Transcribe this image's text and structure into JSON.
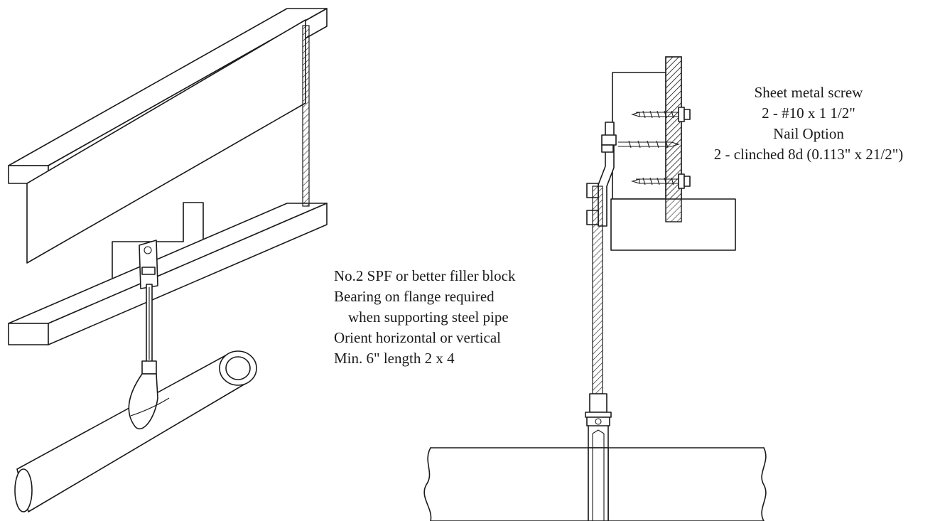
{
  "callouts": {
    "fastener": {
      "line1": "Sheet metal screw",
      "line2": "2  - #10 x 1 1/2\"",
      "line3": "Nail Option",
      "line4": "2 - clinched 8d (0.113\" x 21/2\")"
    },
    "filler_block": {
      "line1": "No.2 SPF or better filler block",
      "line2": "Bearing on flange required",
      "line3": "when supporting steel pipe",
      "line4": "Orient horizontal or vertical",
      "line5": "Min. 6\" length 2 x 4"
    }
  },
  "colors": {
    "line": "#1a1a1a",
    "background": "#ffffff"
  }
}
